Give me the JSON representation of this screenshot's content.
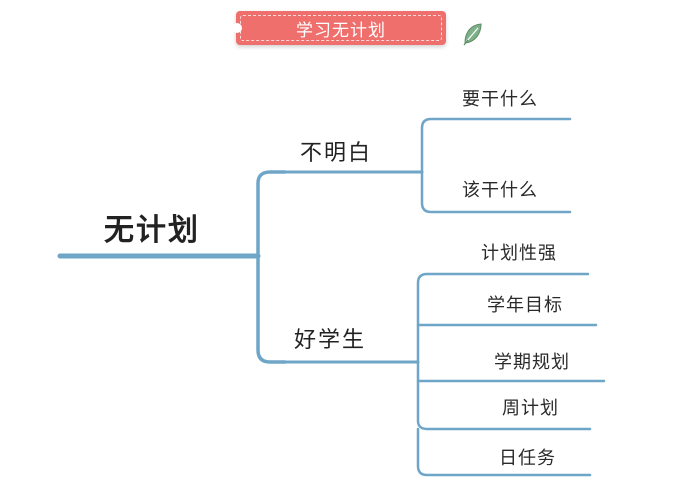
{
  "header": {
    "title": "学习无计划",
    "color": "#ef6f6d",
    "icon": "leaf-icon"
  },
  "mindmap": {
    "line_color": "#6fa6c7",
    "root": {
      "label": "无计划"
    },
    "branches": [
      {
        "label": "不明白",
        "children": [
          "要干什么",
          "该干什么"
        ]
      },
      {
        "label": "好学生",
        "children": [
          "计划性强",
          "学年目标",
          "学期规划",
          "周计划",
          "日任务"
        ]
      }
    ]
  }
}
